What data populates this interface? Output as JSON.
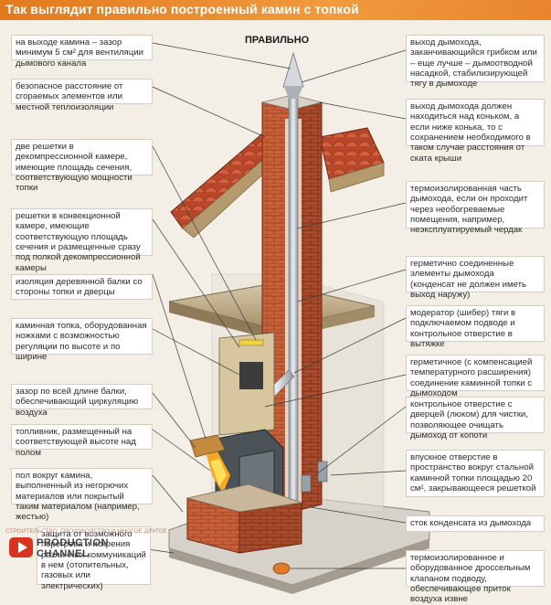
{
  "header": {
    "title": "Так выглядит правильно построенный камин с топкой"
  },
  "center_title": "ПРАВИЛЬНО",
  "left_labels": [
    "на выходе камина – зазор минимум 5 см² для вентиляции дымового канала",
    "безопасное расстояние от сгораемых элементов или местной теплоизоляции",
    "две решетки в декомпрессионной камере, имеющие площадь сечения, соответствующую мощности топки",
    "решетки в конвекционной камере, имеющие соответствующую площадь сечения и размещенные сразу под полкой декомпрессионной камеры",
    "изоляция деревянной балки со стороны топки и дверцы",
    "каминная топка, оборудованная ножками с возможностью регуляции по высоте и по ширине",
    "зазор по всей длине балки, обеспечивающий циркуляцию воздуха",
    "топливник, размещенный на соответствующей высоте над полом",
    "пол вокруг камина, выполненный из негорючих материалов или покрытый таким материалом (например, жестью)",
    "защита от возможного перегрева и искрения различных коммуникаций в нем (отопительных, газовых или электрических)"
  ],
  "right_labels": [
    "выход дымохода, заканчивающийся грибком или – еще лучше – дымоотводной насадкой, стабилизирующей тягу в дымоходе",
    "выход дымохода должен находиться над коньком, а если ниже конька, то с сохранением необходимого в таком случае расстояния от ската крыши",
    "термоизолированная часть дымохода, если он проходит через необогреваемые помещения, например, неэксплуатируемый чердак",
    "герметично соединенные элементы дымохода (конденсат не должен иметь выход наружу)",
    "модератор (шибер) тяги в подключаемом подводе и контрольное отверстие в вытяжке",
    "герметичное (с компенсацией температурного расширения) соединение каминной топки с дымоходом",
    "контрольное отверстие с дверцей (люком) для чистки, позволяющее очищать дымоход от копоти",
    "впускное отверстие в пространство вокруг стальной каминной топки площадью 20 см², закрывающееся решеткой",
    "сток конденсата из дымохода",
    "термоизолированное и оборудованное дроссельным клапаном подводу, обеспечивающее приток воздуха извне"
  ],
  "watermark": {
    "top_text": "СТРОИТЕЛЬСТВО, ПРОИЗВОДСТВО И МНОГОЕ ДРУГОЕ",
    "line1": "PRODUCTION",
    "line2": "CHANNEL",
    "logo_icon": "play-button-icon"
  },
  "colors": {
    "header_orange": "#e9852c",
    "brick": "#c65a34",
    "pipe": "#c7ccd1",
    "roof": "#b7462b"
  }
}
